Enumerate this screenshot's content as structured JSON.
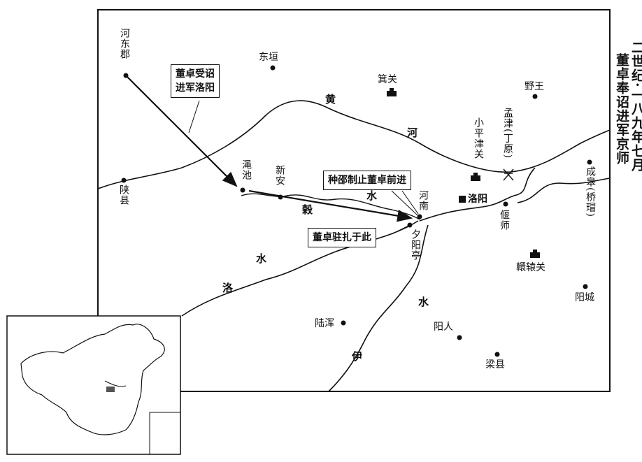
{
  "title": {
    "line1": "二世纪·一八九年七月",
    "line2": "董卓奉诏进军京师"
  },
  "places": {
    "hedong": "河东郡",
    "dongyuan": "东垣",
    "jiguan": "箕关",
    "yewang": "野王",
    "xiaopingjin": "小平津关",
    "mengjin": "孟津(丁原)",
    "chenggao": "成皋(桥瑁)",
    "shanxian": "陕县",
    "mianchi": "渑池",
    "xinan": "新安",
    "henan": "河南",
    "luoyang": "洛阳",
    "yanshi": "偃师",
    "xiyangting": "夕阳亭",
    "huanyuan": "轘辕关",
    "yangcheng": "阳城",
    "luhun": "陆浑",
    "yangren": "阳人",
    "liangxian": "梁县"
  },
  "rivers": {
    "huang": "黄",
    "he": "河",
    "gu": "榖",
    "gu_shui": "水",
    "luo_shui": "水",
    "luo": "洛",
    "yi_shui": "水",
    "yi": "伊"
  },
  "annotations": {
    "box1_line1": "董卓受诏",
    "box1_line2": "进军洛阳",
    "box2": "种邵制止董卓前进",
    "box3": "董卓驻扎于此"
  }
}
